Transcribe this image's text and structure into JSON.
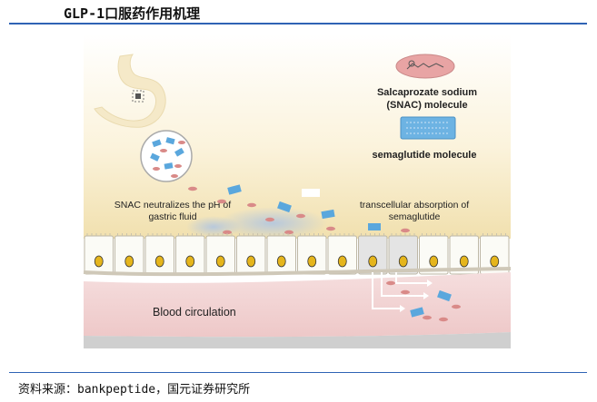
{
  "header": {
    "title": "GLP-1口服药作用机理"
  },
  "figure": {
    "legend": {
      "snac_line1": "Salcaprozate sodium",
      "snac_line2": "(SNAC) molecule",
      "semaglutide": "semaglutide molecule"
    },
    "labels": {
      "snac_neutralizes_line1": "SNAC neutralizes the pH of",
      "snac_neutralizes_line2": "gastric fluid",
      "transcellular_line1": "transcellular absorption of",
      "transcellular_line2": "semaglutide",
      "blood": "Blood circulation"
    },
    "colors": {
      "snac": "#d98a88",
      "semaglutide": "#5aa7dd",
      "blood_band": "#f1d2d2",
      "cell_fill": "#fbfbf6",
      "nucleus": "#e5b51c",
      "lumen_top": "#ffffff",
      "lumen_bottom": "#f3e4b8"
    }
  },
  "footer": {
    "source": "资料来源：bankpeptide，国元证券研究所"
  }
}
